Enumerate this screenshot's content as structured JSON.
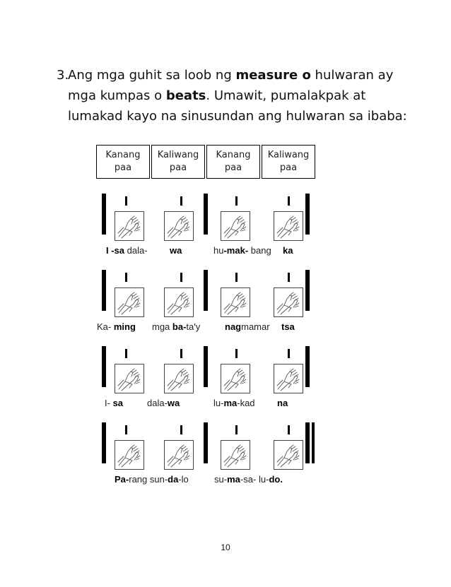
{
  "instruction": {
    "number": "3.",
    "parts": [
      {
        "text": "Ang mga guhit sa loob ng ",
        "bold": false
      },
      {
        "text": "measure o",
        "bold": true
      },
      {
        "text": " hulwaran ay mga kumpas o ",
        "bold": false
      },
      {
        "text": "beats",
        "bold": true
      },
      {
        "text": ". Umawit, pumalakpak at lumakad kayo na sinusundan ang hulwaran sa ibaba:",
        "bold": false
      }
    ]
  },
  "header_boxes": [
    {
      "line1": "Kanang",
      "line2": "paa"
    },
    {
      "line1": "Kaliwang",
      "line2": "paa"
    },
    {
      "line1": "Kanang",
      "line2": "paa"
    },
    {
      "line1": "Kaliwang",
      "line2": "paa"
    }
  ],
  "beat_icon": "clapping-hands-icon",
  "beat_mark": "I",
  "rows": [
    {
      "end": "bar",
      "lyrics": [
        {
          "parts": [
            {
              "t": "I  -sa",
              "b": true
            },
            {
              "t": " dala-",
              "b": false
            }
          ]
        },
        {
          "parts": [
            {
              "t": "wa",
              "b": true
            }
          ]
        },
        {
          "parts": [
            {
              "t": "hu",
              "b": false
            },
            {
              "t": "-mak-",
              "b": true
            },
            {
              "t": " bang",
              "b": false
            }
          ]
        },
        {
          "parts": [
            {
              "t": "ka",
              "b": true
            }
          ]
        }
      ]
    },
    {
      "end": "bar",
      "lyrics": [
        {
          "parts": [
            {
              "t": "Ka- ",
              "b": false
            },
            {
              "t": "ming",
              "b": true
            }
          ]
        },
        {
          "parts": [
            {
              "t": "mga ",
              "b": false
            },
            {
              "t": "ba-",
              "b": true
            },
            {
              "t": "ta'y",
              "b": false
            }
          ]
        },
        {
          "parts": [
            {
              "t": "nag",
              "b": true
            },
            {
              "t": "mamar",
              "b": false
            }
          ]
        },
        {
          "parts": [
            {
              "t": "tsa",
              "b": true
            }
          ]
        }
      ]
    },
    {
      "end": "bar",
      "lyrics": [
        {
          "parts": [
            {
              "t": "I- ",
              "b": false
            },
            {
              "t": "sa",
              "b": true
            }
          ]
        },
        {
          "parts": [
            {
              "t": "dala-",
              "b": false
            },
            {
              "t": "wa",
              "b": true
            }
          ]
        },
        {
          "parts": [
            {
              "t": "lu-",
              "b": false
            },
            {
              "t": "ma",
              "b": true
            },
            {
              "t": "-kad",
              "b": false
            }
          ]
        },
        {
          "parts": [
            {
              "t": "na",
              "b": true
            }
          ]
        }
      ]
    },
    {
      "end": "double-bar",
      "lyrics": [
        {
          "parts": [
            {
              "t": "Pa-",
              "b": true
            },
            {
              "t": "rang sun-",
              "b": false
            },
            {
              "t": "da",
              "b": true
            },
            {
              "t": "-lo",
              "b": false
            }
          ]
        },
        {
          "parts": []
        },
        {
          "parts": [
            {
              "t": "su-",
              "b": false
            },
            {
              "t": "ma",
              "b": true
            },
            {
              "t": "-sa-",
              "b": false
            }
          ]
        },
        {
          "parts": [
            {
              "t": "lu-",
              "b": false
            },
            {
              "t": "do.",
              "b": true
            }
          ]
        }
      ]
    }
  ],
  "page_number": "10"
}
